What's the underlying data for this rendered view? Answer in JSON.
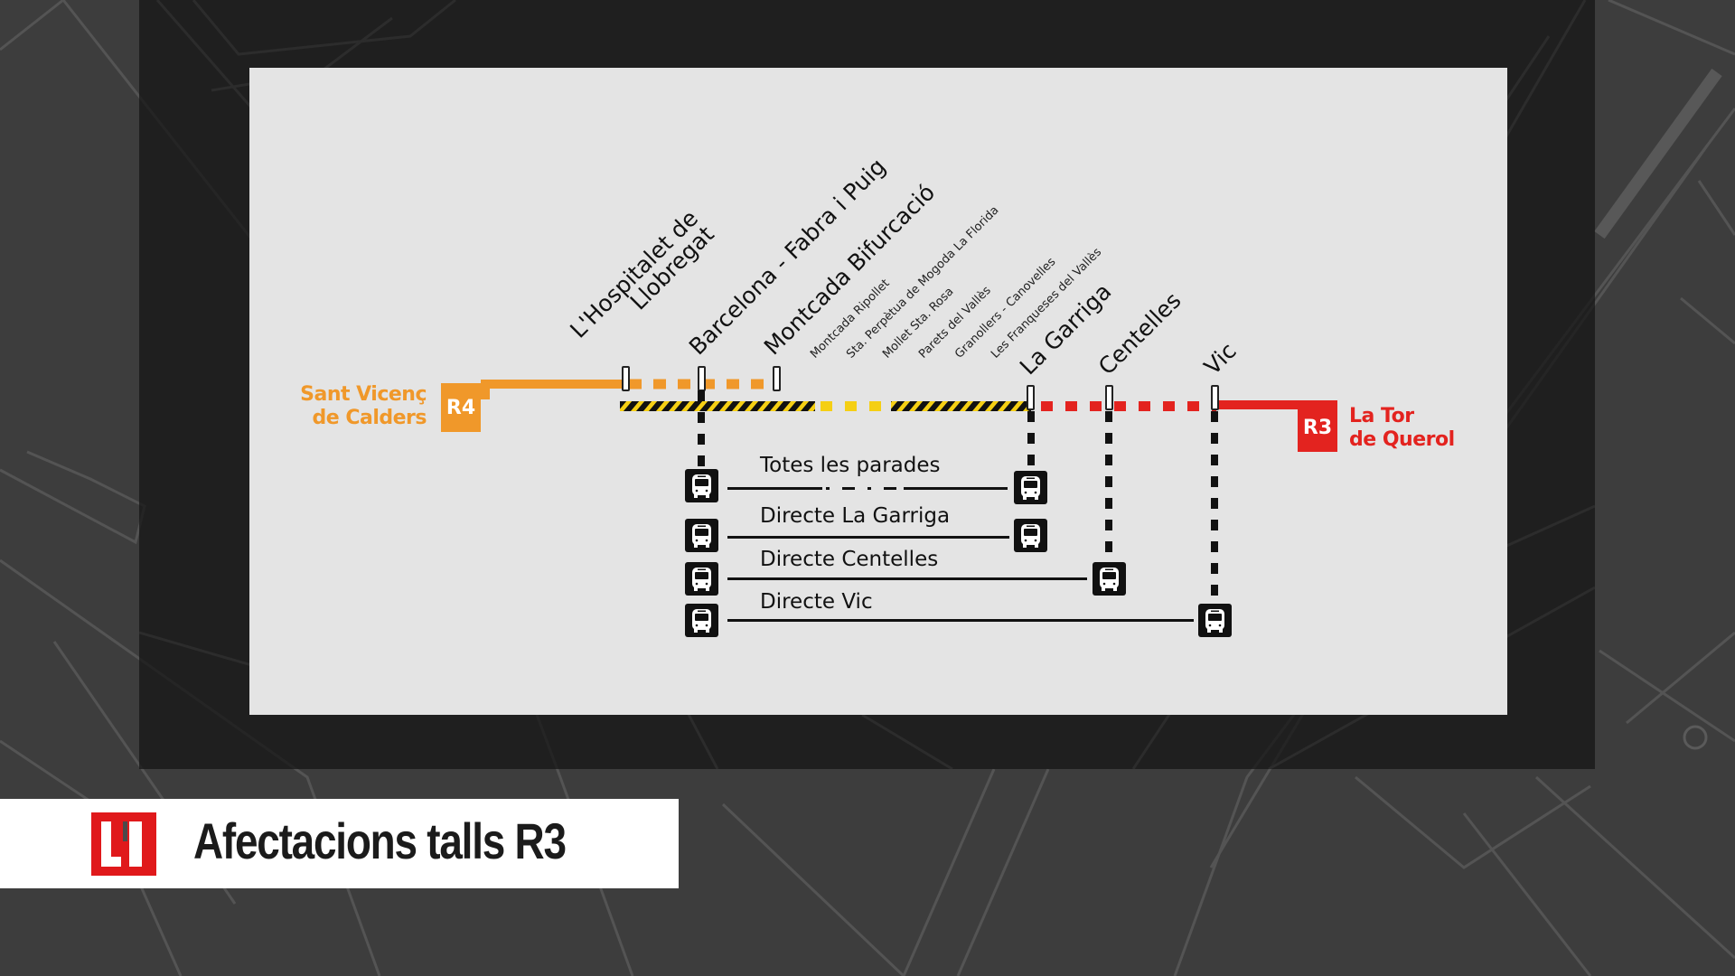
{
  "overlay": {
    "title": "Afectacions talls R3",
    "logo_icon": "broadcaster-logo-icon"
  },
  "colors": {
    "r4_orange": "#f0982a",
    "r3_red": "#e3231f",
    "hazard_yellow": "#f5cf14",
    "hazard_black": "#111111",
    "panel_bg": "#e4e4e4",
    "frame_bg": "#1e1e1e",
    "map_bg": "#3d3d3d",
    "logo_red": "#e0191b"
  },
  "diagram": {
    "terminals": {
      "left": {
        "line": "R4",
        "name_line1": "Sant Vicenç",
        "name_line2": "de Calders"
      },
      "right": {
        "line": "R3",
        "name_line1": "La Tor",
        "name_line2": "de Querol"
      }
    },
    "stations_major": [
      {
        "id": "hospitalet",
        "line1": "L'Hospitalet de",
        "line2": "Llobregat"
      },
      {
        "id": "barcelona",
        "label": "Barcelona - Fabra i Puig"
      },
      {
        "id": "montcada-bif",
        "label": "Montcada Bifurcació"
      },
      {
        "id": "la-garriga",
        "label": "La Garriga"
      },
      {
        "id": "centelles",
        "label": "Centelles"
      },
      {
        "id": "vic",
        "label": "Vic"
      }
    ],
    "stations_minor": [
      {
        "label": "Montcada Ripollet"
      },
      {
        "label": "Sta. Perpètua de Mogoda La Florida"
      },
      {
        "label": "Mollet Sta. Rosa"
      },
      {
        "label": "Parets del Vallès"
      },
      {
        "label": "Granollers - Canovelles"
      },
      {
        "label": "Les Franqueses del Vallès"
      }
    ],
    "bus_routes": [
      {
        "label": "Totes les parades",
        "from": "Barcelona - Fabra i Puig",
        "to": "La Garriga"
      },
      {
        "label": "Directe La Garriga",
        "from": "Barcelona - Fabra i Puig",
        "to": "La Garriga"
      },
      {
        "label": "Directe Centelles",
        "from": "Barcelona - Fabra i Puig",
        "to": "Centelles"
      },
      {
        "label": "Directe Vic",
        "from": "Barcelona - Fabra i Puig",
        "to": "Vic"
      }
    ],
    "icons": {
      "bus": "bus-icon",
      "station_tick": "station-marker-icon"
    }
  }
}
